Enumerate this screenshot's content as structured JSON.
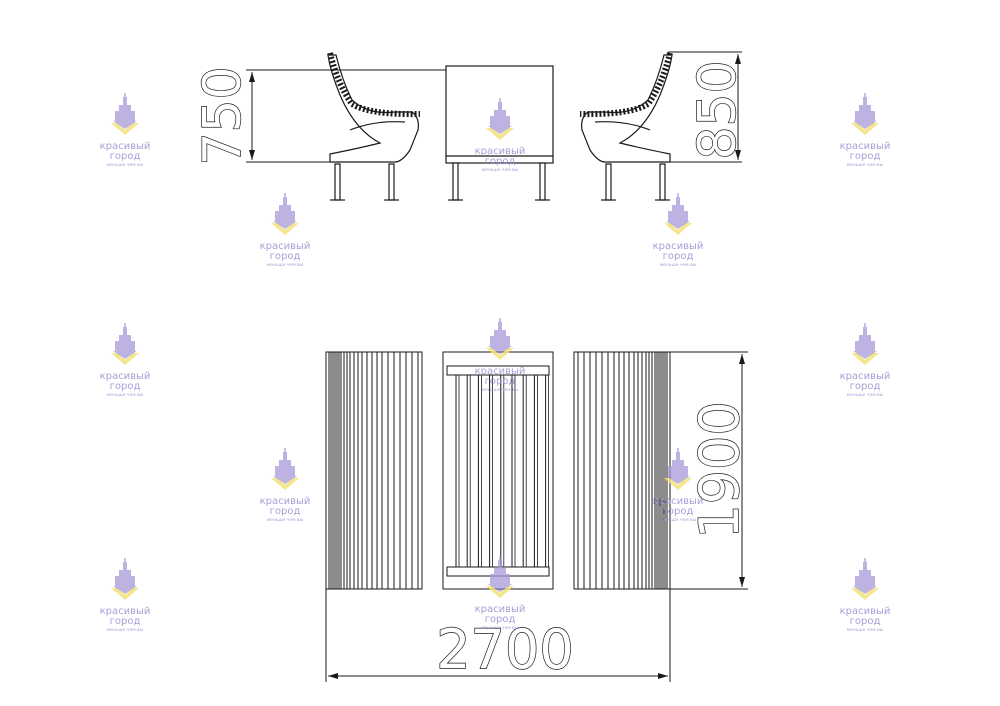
{
  "dimensions": {
    "height_table": "750",
    "height_bench": "850",
    "depth": "1900",
    "width": "2700"
  },
  "watermark": {
    "line1": "красивый",
    "line2": "город",
    "tagline": "меньше чем вы",
    "color_logo": "#9b8bd0",
    "color_accent": "#f3e27a"
  },
  "colors": {
    "line": "#1a1a1a",
    "background": "#ffffff"
  }
}
